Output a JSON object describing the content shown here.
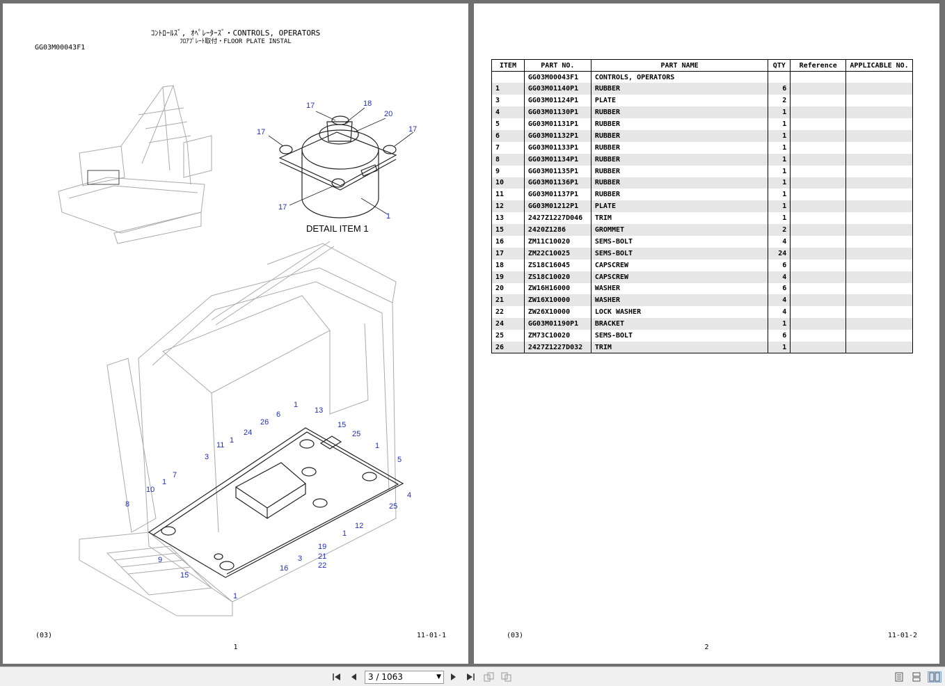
{
  "left_page": {
    "title_line1": "ｺﾝﾄﾛｰﾙｽﾞ, ｵﾍﾟﾚｰﾀｰｽﾞ・CONTROLS, OPERATORS",
    "title_line2": "ﾌﾛｱﾌﾟﾚｰﾄ取付・FLOOR PLATE INSTAL",
    "doc_code": "GG03M00043F1",
    "detail_label": "DETAIL ITEM 1",
    "footer_left": "(03)",
    "footer_right": "11-01-1",
    "page_number": "1",
    "callouts": [
      "17",
      "18",
      "20",
      "17",
      "17",
      "17",
      "1",
      "1",
      "13",
      "6",
      "26",
      "15",
      "24",
      "11",
      "1",
      "25",
      "1",
      "5",
      "3",
      "7",
      "1",
      "10",
      "8",
      "4",
      "25",
      "12",
      "1",
      "19",
      "3",
      "21",
      "16",
      "22",
      "9",
      "15",
      "1"
    ]
  },
  "right_page": {
    "footer_left": "(03)",
    "footer_right": "11-01-2",
    "page_number": "2",
    "table": {
      "headers": [
        "ITEM",
        "PART NO.",
        "PART NAME",
        "QTY",
        "Reference",
        "APPLICABLE NO."
      ],
      "rows": [
        [
          "",
          "GG03M00043F1",
          "CONTROLS, OPERATORS",
          "",
          "",
          ""
        ],
        [
          "1",
          "GG03M01140P1",
          "RUBBER",
          "6",
          "",
          ""
        ],
        [
          "3",
          "GG03M01124P1",
          "PLATE",
          "2",
          "",
          ""
        ],
        [
          "4",
          "GG03M01130P1",
          "RUBBER",
          "1",
          "",
          ""
        ],
        [
          "5",
          "GG03M01131P1",
          "RUBBER",
          "1",
          "",
          ""
        ],
        [
          "6",
          "GG03M01132P1",
          "RUBBER",
          "1",
          "",
          ""
        ],
        [
          "7",
          "GG03M01133P1",
          "RUBBER",
          "1",
          "",
          ""
        ],
        [
          "8",
          "GG03M01134P1",
          "RUBBER",
          "1",
          "",
          ""
        ],
        [
          "9",
          "GG03M01135P1",
          "RUBBER",
          "1",
          "",
          ""
        ],
        [
          "10",
          "GG03M01136P1",
          "RUBBER",
          "1",
          "",
          ""
        ],
        [
          "11",
          "GG03M01137P1",
          "RUBBER",
          "1",
          "",
          ""
        ],
        [
          "12",
          "GG03M01212P1",
          "PLATE",
          "1",
          "",
          ""
        ],
        [
          "13",
          "2427Z1227D046",
          "TRIM",
          "1",
          "",
          ""
        ],
        [
          "15",
          "2420Z1286",
          "GROMMET",
          "2",
          "",
          ""
        ],
        [
          "16",
          "ZM11C10020",
          "SEMS-BOLT",
          "4",
          "",
          ""
        ],
        [
          "17",
          "ZM22C10025",
          "SEMS-BOLT",
          "24",
          "",
          ""
        ],
        [
          "18",
          "ZS18C16045",
          "CAPSCREW",
          "6",
          "",
          ""
        ],
        [
          "19",
          "ZS18C10020",
          "CAPSCREW",
          "4",
          "",
          ""
        ],
        [
          "20",
          "ZW16H16000",
          "WASHER",
          "6",
          "",
          ""
        ],
        [
          "21",
          "ZW16X10000",
          "WASHER",
          "4",
          "",
          ""
        ],
        [
          "22",
          "ZW26X10000",
          "LOCK WASHER",
          "4",
          "",
          ""
        ],
        [
          "24",
          "GG03M01190P1",
          "BRACKET",
          "1",
          "",
          ""
        ],
        [
          "25",
          "ZM73C10020",
          "SEMS-BOLT",
          "6",
          "",
          ""
        ],
        [
          "26",
          "2427Z1227D032",
          "TRIM",
          "1",
          "",
          ""
        ]
      ]
    }
  },
  "toolbar": {
    "page_indicator": "3 / 1063",
    "icons": [
      "first-page-icon",
      "prev-page-icon",
      "next-page-icon",
      "last-page-icon",
      "rotate-icon",
      "rotate-alt-icon",
      "single-page-icon",
      "continuous-icon",
      "facing-pages-icon"
    ]
  }
}
